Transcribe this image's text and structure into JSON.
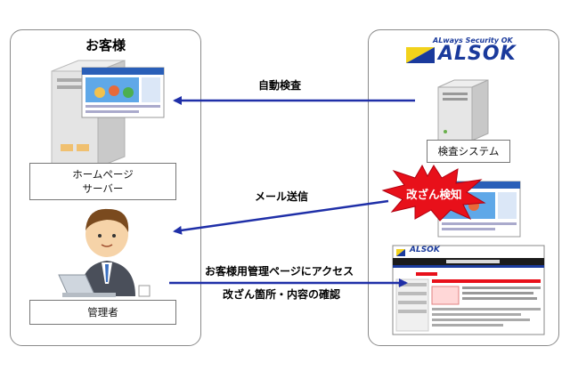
{
  "customer": {
    "title": "お客様",
    "server_label_line1": "ホームページ",
    "server_label_line2": "サーバー",
    "admin_label": "管理者"
  },
  "alsok": {
    "tagline": "ALways Security OK",
    "logo_text": "ALSOK",
    "system_label": "検査システム",
    "alert_text": "改ざん検知",
    "admin_page_logo": "ALSOK"
  },
  "arrows": {
    "auto_inspection": "自動検査",
    "mail_send": "メール送信",
    "access_line1": "お客様用管理ページにアクセス",
    "access_line2": "改ざん箇所・内容の確認"
  },
  "colors": {
    "arrow": "#1f2fa8",
    "logo_blue": "#1a3a9c",
    "logo_yellow": "#f2d21b",
    "alert_red": "#e8101a"
  }
}
